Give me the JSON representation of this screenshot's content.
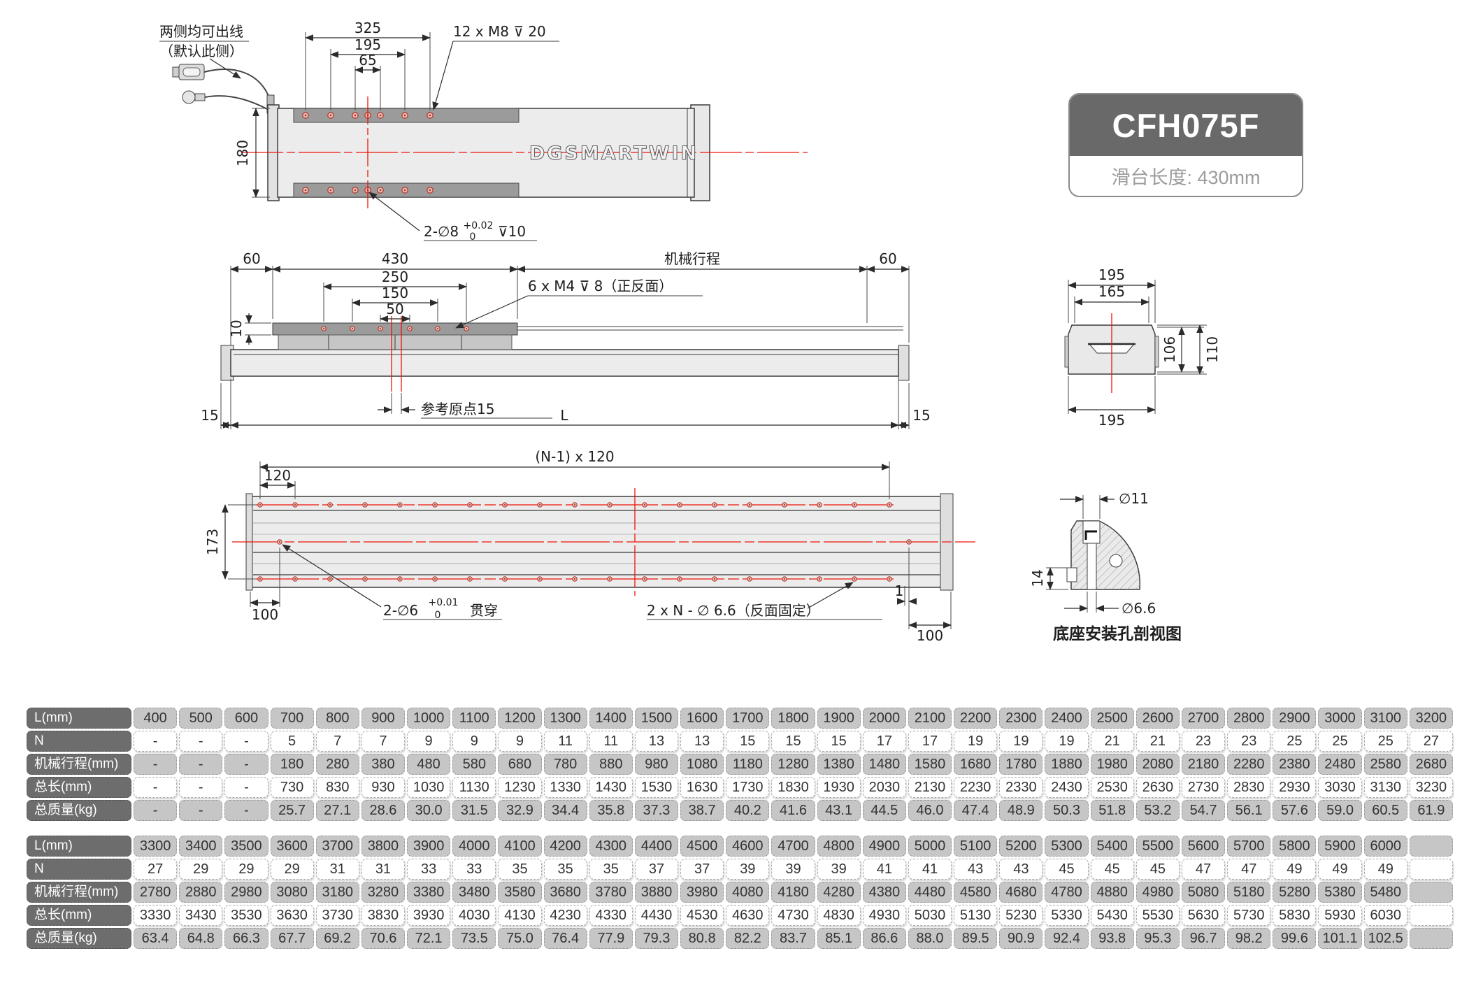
{
  "badge": {
    "model": "CFH075F",
    "subtitle": "滑台长度: 430mm"
  },
  "brand": {
    "logo": "DGSMARTWIN"
  },
  "top_view": {
    "cable_note_1": "两侧均可出线",
    "cable_note_2": "（默认此侧）",
    "dim_325": "325",
    "dim_195": "195",
    "dim_65": "65",
    "dim_180": "180",
    "callout_m8": "12 x M8 ⊽ 20",
    "callout_pin": "2-∅8",
    "pin_tol_upper": "+0.02",
    "pin_tol_lower": "0",
    "pin_depth": "⊽10"
  },
  "side_view": {
    "dim_60_left": "60",
    "dim_430": "430",
    "label_stroke": "机械行程",
    "dim_60_right": "60",
    "dim_250": "250",
    "dim_150": "150",
    "dim_50": "50",
    "dim_10": "10",
    "callout_m4": "6 x M4 ⊽ 8（正反面）",
    "label_origin": "参考原点15",
    "dim_15_left": "15",
    "dim_L": "L",
    "dim_15_right": "15"
  },
  "end_view": {
    "dim_195_top": "195",
    "dim_165": "165",
    "dim_106": "106",
    "dim_110": "110",
    "dim_195_bottom": "195"
  },
  "bottom_view": {
    "dim_pitch": "(N-1) x 120",
    "dim_120": "120",
    "dim_173": "173",
    "dim_100_left": "100",
    "callout_pin": "2-∅6",
    "pin_tol_upper": "+0.01",
    "pin_tol_lower": "0",
    "pin_through": "贯穿",
    "callout_mount": "2 x N - ∅ 6.6（反面固定）",
    "dim_1": "1",
    "dim_100_right": "100"
  },
  "detail_view": {
    "dim_d11": "∅11",
    "dim_14": "14",
    "dim_d66": "∅6.6",
    "caption": "底座安装孔剖视图"
  },
  "tables": [
    {
      "rows": [
        {
          "label": "L(mm)",
          "style": "g",
          "cells": [
            "400",
            "500",
            "600",
            "700",
            "800",
            "900",
            "1000",
            "1100",
            "1200",
            "1300",
            "1400",
            "1500",
            "1600",
            "1700",
            "1800",
            "1900",
            "2000",
            "2100",
            "2200",
            "2300",
            "2400",
            "2500",
            "2600",
            "2700",
            "2800",
            "2900",
            "3000",
            "3100",
            "3200"
          ]
        },
        {
          "label": "N",
          "style": "w",
          "cells": [
            "-",
            "-",
            "-",
            "5",
            "7",
            "7",
            "9",
            "9",
            "9",
            "11",
            "11",
            "13",
            "13",
            "15",
            "15",
            "15",
            "17",
            "17",
            "19",
            "19",
            "19",
            "21",
            "21",
            "23",
            "23",
            "25",
            "25",
            "25",
            "27"
          ]
        },
        {
          "label": "机械行程(mm)",
          "style": "g",
          "cells": [
            "-",
            "-",
            "-",
            "180",
            "280",
            "380",
            "480",
            "580",
            "680",
            "780",
            "880",
            "980",
            "1080",
            "1180",
            "1280",
            "1380",
            "1480",
            "1580",
            "1680",
            "1780",
            "1880",
            "1980",
            "2080",
            "2180",
            "2280",
            "2380",
            "2480",
            "2580",
            "2680"
          ]
        },
        {
          "label": "总长(mm)",
          "style": "w",
          "cells": [
            "-",
            "-",
            "-",
            "730",
            "830",
            "930",
            "1030",
            "1130",
            "1230",
            "1330",
            "1430",
            "1530",
            "1630",
            "1730",
            "1830",
            "1930",
            "2030",
            "2130",
            "2230",
            "2330",
            "2430",
            "2530",
            "2630",
            "2730",
            "2830",
            "2930",
            "3030",
            "3130",
            "3230"
          ]
        },
        {
          "label": "总质量(kg)",
          "style": "g",
          "cells": [
            "-",
            "-",
            "-",
            "25.7",
            "27.1",
            "28.6",
            "30.0",
            "31.5",
            "32.9",
            "34.4",
            "35.8",
            "37.3",
            "38.7",
            "40.2",
            "41.6",
            "43.1",
            "44.5",
            "46.0",
            "47.4",
            "48.9",
            "50.3",
            "51.8",
            "53.2",
            "54.7",
            "56.1",
            "57.6",
            "59.0",
            "60.5",
            "61.9"
          ]
        }
      ]
    },
    {
      "rows": [
        {
          "label": "L(mm)",
          "style": "g",
          "cells": [
            "3300",
            "3400",
            "3500",
            "3600",
            "3700",
            "3800",
            "3900",
            "4000",
            "4100",
            "4200",
            "4300",
            "4400",
            "4500",
            "4600",
            "4700",
            "4800",
            "4900",
            "5000",
            "5100",
            "5200",
            "5300",
            "5400",
            "5500",
            "5600",
            "5700",
            "5800",
            "5900",
            "6000",
            ""
          ]
        },
        {
          "label": "N",
          "style": "w",
          "cells": [
            "27",
            "29",
            "29",
            "29",
            "31",
            "31",
            "33",
            "33",
            "35",
            "35",
            "35",
            "37",
            "37",
            "39",
            "39",
            "39",
            "41",
            "41",
            "43",
            "43",
            "45",
            "45",
            "45",
            "47",
            "47",
            "49",
            "49",
            "49",
            ""
          ]
        },
        {
          "label": "机械行程(mm)",
          "style": "g",
          "cells": [
            "2780",
            "2880",
            "2980",
            "3080",
            "3180",
            "3280",
            "3380",
            "3480",
            "3580",
            "3680",
            "3780",
            "3880",
            "3980",
            "4080",
            "4180",
            "4280",
            "4380",
            "4480",
            "4580",
            "4680",
            "4780",
            "4880",
            "4980",
            "5080",
            "5180",
            "5280",
            "5380",
            "5480",
            ""
          ]
        },
        {
          "label": "总长(mm)",
          "style": "w",
          "cells": [
            "3330",
            "3430",
            "3530",
            "3630",
            "3730",
            "3830",
            "3930",
            "4030",
            "4130",
            "4230",
            "4330",
            "4430",
            "4530",
            "4630",
            "4730",
            "4830",
            "4930",
            "5030",
            "5130",
            "5230",
            "5330",
            "5430",
            "5530",
            "5630",
            "5730",
            "5830",
            "5930",
            "6030",
            ""
          ]
        },
        {
          "label": "总质量(kg)",
          "style": "g",
          "cells": [
            "63.4",
            "64.8",
            "66.3",
            "67.7",
            "69.2",
            "70.6",
            "72.1",
            "73.5",
            "75.0",
            "76.4",
            "77.9",
            "79.3",
            "80.8",
            "82.2",
            "83.7",
            "85.1",
            "86.6",
            "88.0",
            "89.5",
            "90.9",
            "92.4",
            "93.8",
            "95.3",
            "96.7",
            "98.2",
            "99.6",
            "101.1",
            "102.5",
            ""
          ]
        }
      ]
    }
  ]
}
